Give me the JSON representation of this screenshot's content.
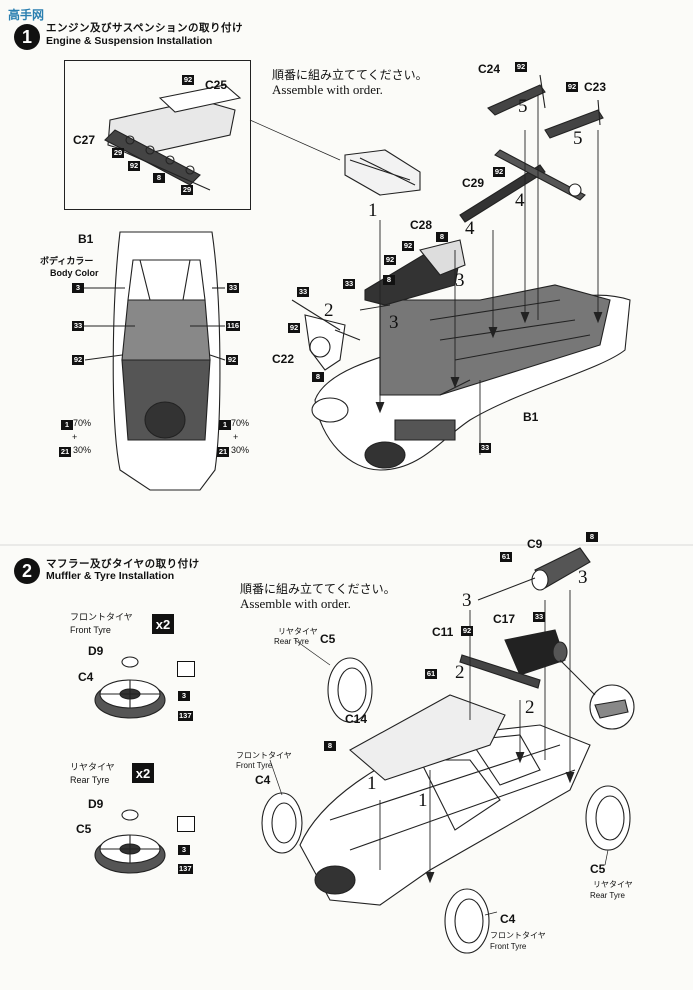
{
  "watermark": {
    "text": "高手网"
  },
  "step1": {
    "number": "1",
    "title_jp": "エンジン及びサスペンションの取り付け",
    "title_en": "Engine & Suspension Installation",
    "order_jp": "順番に組み立ててください。",
    "order_en": "Assemble with order.",
    "inset_parts": [
      {
        "label": "C25"
      },
      {
        "label": "C27"
      }
    ],
    "inset_colors": [
      "92",
      "29",
      "92",
      "8",
      "29"
    ],
    "body": {
      "label": "B1",
      "color_jp": "ボディカラー",
      "color_en": "Body Color",
      "mix_left": {
        "a": "1",
        "a_pct": "70%",
        "b": "21",
        "b_pct": "30%"
      },
      "mix_right": {
        "a": "1",
        "a_pct": "70%",
        "b": "21",
        "b_pct": "30%"
      },
      "colors": [
        "3",
        "33",
        "33",
        "116",
        "92",
        "92"
      ]
    },
    "parts": [
      {
        "label": "C24"
      },
      {
        "label": "C23"
      },
      {
        "label": "C29"
      },
      {
        "label": "C28"
      },
      {
        "label": "C22"
      },
      {
        "label": "B1"
      }
    ],
    "steps": [
      "1",
      "2",
      "3",
      "3",
      "3",
      "4",
      "4",
      "5",
      "5"
    ],
    "colors": [
      "92",
      "92",
      "92",
      "92",
      "8",
      "92",
      "33",
      "8",
      "92",
      "33",
      "8",
      "33"
    ]
  },
  "step2": {
    "number": "2",
    "title_jp": "マフラー及びタイヤの取り付け",
    "title_en": "Muffler & Tyre Installation",
    "order_jp": "順番に組み立ててください。",
    "order_en": "Assemble with order.",
    "front_tyre": {
      "label_jp": "フロントタイヤ",
      "label_en": "Front Tyre",
      "qty": "x2",
      "parts": [
        "D9",
        "C4"
      ],
      "colors": [
        "3",
        "137"
      ]
    },
    "rear_tyre": {
      "label_jp": "リヤタイヤ",
      "label_en": "Rear Tyre",
      "qty": "x2",
      "parts": [
        "D9",
        "C5"
      ],
      "colors": [
        "3",
        "137"
      ]
    },
    "parts": [
      {
        "label": "C9"
      },
      {
        "label": "C17"
      },
      {
        "label": "C11"
      },
      {
        "label": "C5"
      },
      {
        "label": "C14"
      },
      {
        "label": "C4"
      },
      {
        "label": "C5"
      },
      {
        "label": "C4"
      }
    ],
    "tyre_labels": {
      "rear_left_jp": "リヤタイヤ",
      "rear_left_en": "Rear Tyre",
      "front_left_jp": "フロントタイヤ",
      "front_left_en": "Front Tyre",
      "rear_right_jp": "リヤタイヤ",
      "rear_right_en": "Rear Tyre",
      "front_bottom_jp": "フロントタイヤ",
      "front_bottom_en": "Front Tyre"
    },
    "steps": [
      "3",
      "3",
      "2",
      "2",
      "1",
      "1"
    ],
    "colors": [
      "61",
      "8",
      "33",
      "92",
      "61",
      "8"
    ]
  }
}
